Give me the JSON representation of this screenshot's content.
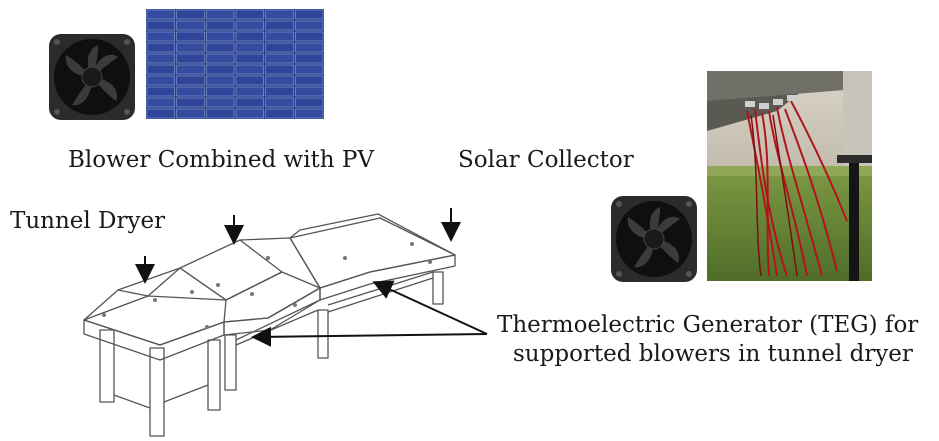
{
  "labels": {
    "blower_pv": "Blower Combined with PV",
    "solar_collector": "Solar Collector",
    "tunnel_dryer": "Tunnel Dryer",
    "teg_line1": "Thermoelectric Generator (TEG) for",
    "teg_line2": "supported blowers in tunnel dryer"
  },
  "colors": {
    "pv_panel": "#2a3f8f",
    "fan_body": "#222222",
    "photo_grass": "#6f8f3a",
    "wire_red": "#b2141c"
  }
}
